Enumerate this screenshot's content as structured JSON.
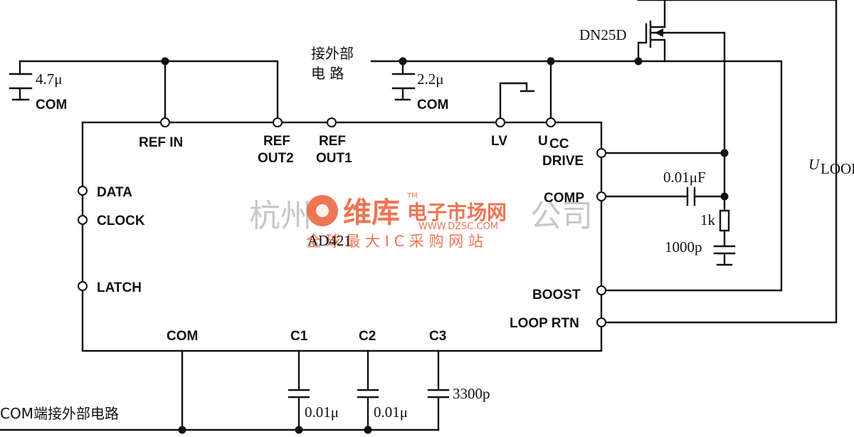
{
  "transistor": {
    "label": "DN25D"
  },
  "external_circuit": {
    "line1": "接外部",
    "line2": "电  路"
  },
  "caps": {
    "ref_cap": {
      "value": "4.7μ",
      "gnd": "COM"
    },
    "ucc_cap": {
      "value": "2.2μ",
      "gnd": "COM"
    },
    "comp_cap": "0.01μF",
    "comp_res": "1k",
    "comp_gnd_cap": "1000p",
    "c1_cap": "0.01μ",
    "c2_cap": "0.01μ",
    "c3_cap": "3300p"
  },
  "loop_label": {
    "main": "U",
    "sub": "LOOP"
  },
  "chip": {
    "name": "AD421",
    "pins": {
      "ref_in": "REF IN",
      "ref_out2_a": "REF",
      "ref_out2_b": "OUT2",
      "ref_out1_a": "REF",
      "ref_out1_b": "OUT1",
      "lv": "LV",
      "ucc_main": "U",
      "ucc_sub": "CC",
      "drive": "DRIVE",
      "comp": "COMP",
      "boost": "BOOST",
      "loop_rtn": "LOOP RTN",
      "data": "DATA",
      "clock": "CLOCK",
      "latch": "LATCH",
      "com": "COM",
      "c1": "C1",
      "c2": "C2",
      "c3": "C3"
    }
  },
  "com_line_label": "COM端接外部电路",
  "watermark": {
    "left": "杭州",
    "brand": "维库",
    "market": "电子市场网",
    "url": "WWW.DZSC.COM",
    "tm": "TM",
    "slogan": "全 球 最 大 I C 采 购 网 站",
    "right": "公司"
  }
}
